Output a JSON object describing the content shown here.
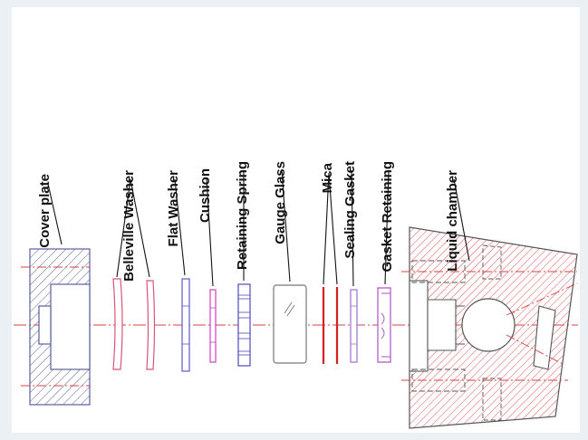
{
  "labels": {
    "cover_plate": "Cover plate",
    "belleville_washer": "Belleville Washer",
    "flat_washer": "Flat Washer",
    "cushion": "Cushion",
    "retaining_spring": "Retaining Spring",
    "gauge_glass": "Gauge Glass",
    "mica": "Mica",
    "sealing_gasket": "Sealing Gasket",
    "gasket_retaining": "Gasket Retaining",
    "liquid_chamber": "Liquid chamber"
  },
  "colors": {
    "cover_plate": "#5a5f9a",
    "belleville_washer": "#d8557a",
    "flat_washer": "#5c5cc8",
    "cushion": "#d040c0",
    "retaining_spring": "#4b4bc0",
    "gauge_glass": "#777777",
    "mica": "#d42020",
    "sealing_gasket": "#9c6fd0",
    "gasket_retaining": "#b050c8",
    "liquid_chamber": "#555555",
    "hatch": "#e05050",
    "centerline": "#d84040"
  }
}
